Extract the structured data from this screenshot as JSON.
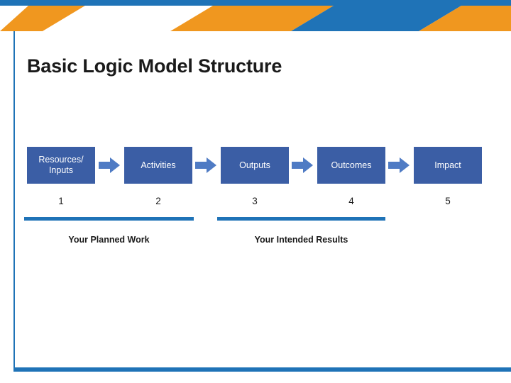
{
  "slide": {
    "title": "Basic Logic Model Structure",
    "theme": {
      "blue": "#1f73b7",
      "dark_blue": "#1f5fa9",
      "orange": "#f0971f",
      "box_fill": "#3b5ea5",
      "arrow_fill": "#4f7bc4",
      "text": "#1a1a1a"
    }
  },
  "diagram": {
    "stages": [
      {
        "label_line1": "Resources/",
        "label_line2": "Inputs",
        "number": "1"
      },
      {
        "label_line1": "Activities",
        "label_line2": "",
        "number": "2"
      },
      {
        "label_line1": "Outputs",
        "label_line2": "",
        "number": "3"
      },
      {
        "label_line1": "Outcomes",
        "label_line2": "",
        "number": "4"
      },
      {
        "label_line1": "Impact",
        "label_line2": "",
        "number": "5"
      }
    ],
    "arrows": [
      {
        "name": "arrow-1"
      },
      {
        "name": "arrow-2"
      },
      {
        "name": "arrow-3"
      },
      {
        "name": "arrow-4"
      }
    ],
    "groups": [
      {
        "caption": "Your Planned Work"
      },
      {
        "caption": "Your Intended Results"
      }
    ]
  }
}
